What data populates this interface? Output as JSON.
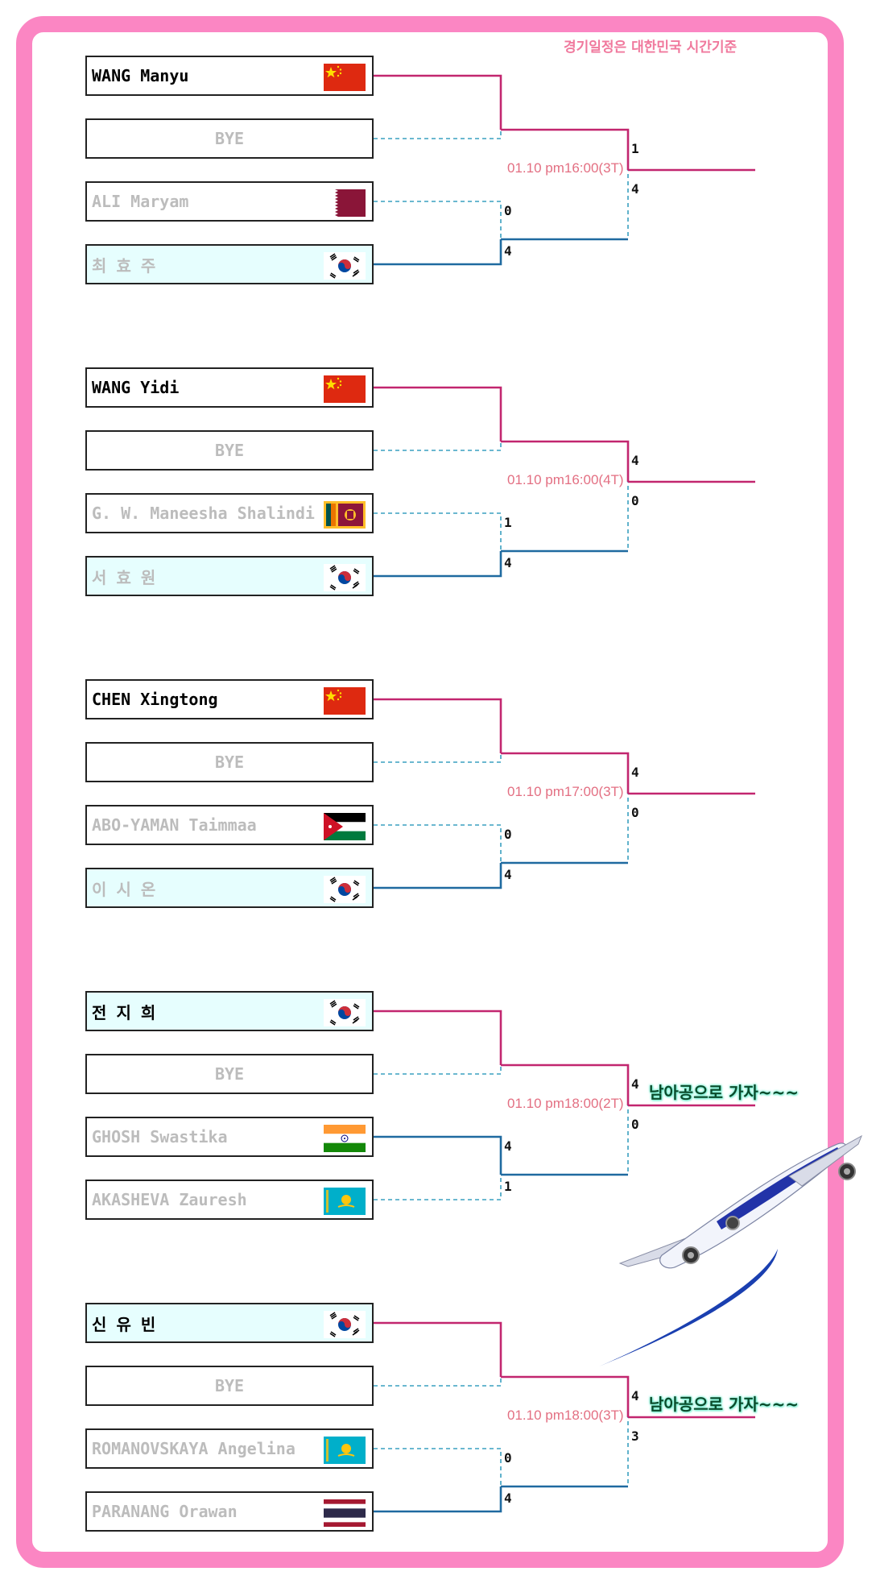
{
  "header_note": "경기일정은 대한민국 시간기준",
  "groups": [
    {
      "players": [
        {
          "name": "WANG Manyu",
          "flag": "china-flag",
          "bye": false
        },
        {
          "name": "BYE",
          "flag": "",
          "bye": true
        },
        {
          "name": "ALI Maryam",
          "flag": "qatar-flag",
          "bye": false
        },
        {
          "name": "최  효  주",
          "flag": "korea-flag",
          "bye": false
        }
      ],
      "r1_scores": [
        "0",
        "4"
      ],
      "r2_scores": [
        "1",
        "4"
      ],
      "schedule": "01.10 pm16:00(3T)",
      "cheer": ""
    },
    {
      "players": [
        {
          "name": "WANG Yidi",
          "flag": "china-flag",
          "bye": false
        },
        {
          "name": "BYE",
          "flag": "",
          "bye": true
        },
        {
          "name": "G. W. Maneesha Shalindi",
          "flag": "sri-lanka-flag",
          "bye": false
        },
        {
          "name": "서  효  원",
          "flag": "korea-flag",
          "bye": false
        }
      ],
      "r1_scores": [
        "1",
        "4"
      ],
      "r2_scores": [
        "4",
        "0"
      ],
      "schedule": "01.10 pm16:00(4T)",
      "cheer": ""
    },
    {
      "players": [
        {
          "name": "CHEN Xingtong",
          "flag": "china-flag",
          "bye": false
        },
        {
          "name": "BYE",
          "flag": "",
          "bye": true
        },
        {
          "name": "ABO-YAMAN Taimmaa",
          "flag": "jordan-flag",
          "bye": false
        },
        {
          "name": "이  시  온",
          "flag": "korea-flag",
          "bye": false
        }
      ],
      "r1_scores": [
        "0",
        "4"
      ],
      "r2_scores": [
        "4",
        "0"
      ],
      "schedule": "01.10 pm17:00(3T)",
      "cheer": ""
    },
    {
      "players": [
        {
          "name": "전  지  희",
          "flag": "korea-flag",
          "bye": false
        },
        {
          "name": "BYE",
          "flag": "",
          "bye": true
        },
        {
          "name": "GHOSH Swastika",
          "flag": "india-flag",
          "bye": false
        },
        {
          "name": "AKASHEVA Zauresh",
          "flag": "kazakhstan-flag",
          "bye": false
        }
      ],
      "r1_scores": [
        "4",
        "1"
      ],
      "r2_scores": [
        "4",
        "0"
      ],
      "schedule": "01.10 pm18:00(2T)",
      "cheer": "남아공으로 가자~~~"
    },
    {
      "players": [
        {
          "name": "신  유  빈",
          "flag": "korea-flag",
          "bye": false
        },
        {
          "name": "BYE",
          "flag": "",
          "bye": true
        },
        {
          "name": "ROMANOVSKAYA Angelina",
          "flag": "kazakhstan-flag",
          "bye": false
        },
        {
          "name": "PARANANG Orawan",
          "flag": "thailand-flag",
          "bye": false
        }
      ],
      "r1_scores": [
        "0",
        "4"
      ],
      "r2_scores": [
        "4",
        "3"
      ],
      "schedule": "01.10 pm18:00(3T)",
      "cheer": "남아공으로 가자~~~"
    }
  ],
  "colors": {
    "frame": "#fb86c3",
    "winner_line": "#c2266f",
    "blue_line": "#1f6aa0",
    "dashed_line": "#3aa0c0",
    "schedule_text": "#e36f82",
    "korean_box": "#e6fefe"
  }
}
